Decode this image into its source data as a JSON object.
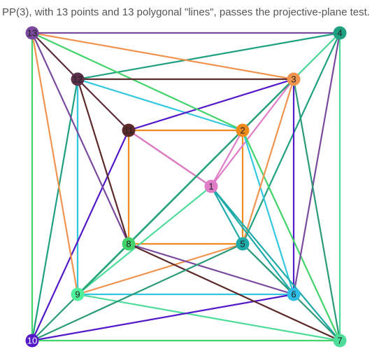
{
  "caption": "PP(3), with 13 points and 13 polygonal \"lines\", passes the projective-plane test.",
  "points": [
    {
      "id": "1",
      "label": "1",
      "color": "#e07cc8",
      "text_color": "#222222"
    },
    {
      "id": "2",
      "label": "2",
      "color": "#ef8b1e",
      "text_color": "#222222"
    },
    {
      "id": "3",
      "label": "3",
      "color": "#f0944f",
      "text_color": "#222222"
    },
    {
      "id": "4",
      "label": "4",
      "color": "#1fa080",
      "text_color": "#222222"
    },
    {
      "id": "5",
      "label": "5",
      "color": "#1eaaa8",
      "text_color": "#222222"
    },
    {
      "id": "6",
      "label": "6",
      "color": "#2fbde6",
      "text_color": "#222222"
    },
    {
      "id": "7",
      "label": "7",
      "color": "#4ddc9a",
      "text_color": "#222222"
    },
    {
      "id": "8",
      "label": "8",
      "color": "#42d36a",
      "text_color": "#222222"
    },
    {
      "id": "9",
      "label": "9",
      "color": "#4ff09c",
      "text_color": "#222222"
    },
    {
      "id": "10",
      "label": "10",
      "color": "#5318c8",
      "text_color": "#ffffff"
    },
    {
      "id": "11",
      "label": "11",
      "color": "#5c2a2a",
      "text_color": "#222222"
    },
    {
      "id": "12",
      "label": "12",
      "color": "#5c2f4a",
      "text_color": "#222222"
    },
    {
      "id": "13",
      "label": "13",
      "color": "#7a4a9e",
      "text_color": "#222222"
    }
  ],
  "lines": [
    {
      "id": "A",
      "color": "#ef8b1e",
      "points": [
        "11",
        "2",
        "5",
        "8",
        "11"
      ]
    },
    {
      "id": "B",
      "color": "#5a2a3f",
      "points": [
        "13",
        "12",
        "11",
        "1"
      ]
    },
    {
      "id": "C",
      "color": "#e07cc8",
      "points": [
        "11",
        "1",
        "3",
        "4",
        "2",
        "1"
      ]
    },
    {
      "id": "D",
      "color": "#1fa080",
      "points": [
        "10",
        "12",
        "4",
        "5"
      ]
    },
    {
      "id": "E",
      "color": "#4ddc9a",
      "points": [
        "12",
        "9",
        "4",
        "7",
        "9",
        "1"
      ]
    },
    {
      "id": "F",
      "color": "#34c8e0",
      "points": [
        "12",
        "2",
        "6",
        "9",
        "12"
      ]
    },
    {
      "id": "G",
      "color": "#5318c8",
      "points": [
        "10",
        "11",
        "3",
        "6",
        "10"
      ]
    },
    {
      "id": "H",
      "color": "#42d36a",
      "points": [
        "10",
        "13",
        "2",
        "7",
        "10"
      ]
    },
    {
      "id": "I",
      "color": "#f0944f",
      "points": [
        "13",
        "3",
        "5",
        "9",
        "13"
      ]
    },
    {
      "id": "J",
      "color": "#7a4a9e",
      "points": [
        "13",
        "4",
        "6",
        "8",
        "13"
      ]
    },
    {
      "id": "K",
      "color": "#1eaaa8",
      "points": [
        "1",
        "5",
        "6",
        "1",
        "7"
      ]
    },
    {
      "id": "L",
      "color": "#5c2a2a",
      "points": [
        "12",
        "3",
        "12",
        "8",
        "7"
      ]
    },
    {
      "id": "M",
      "color": "#2a9a78",
      "points": [
        "3",
        "10",
        "5",
        "7",
        "3"
      ]
    }
  ]
}
